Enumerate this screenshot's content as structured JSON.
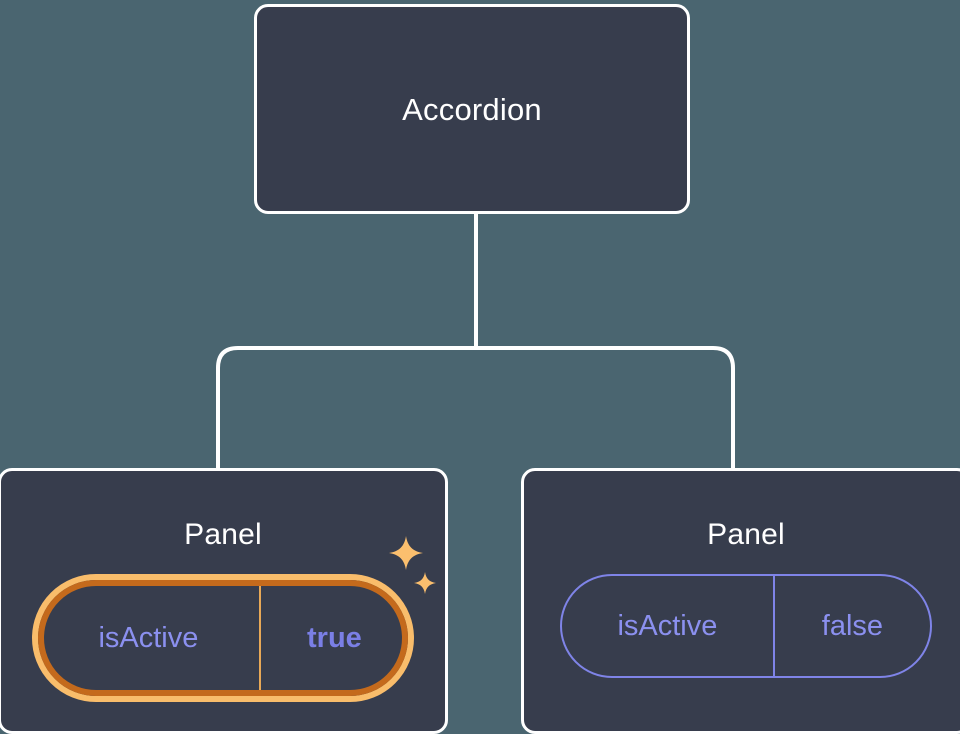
{
  "diagram": {
    "type": "component-tree",
    "background_color": "#4a6570",
    "node_fill_color": "#373d4d",
    "node_border_color": "#ffffff",
    "connector_color": "#ffffff",
    "highlight_color": "#f9bd6b",
    "highlight_outer_color": "#c46a1c",
    "prop_text_color": "#8b90ef",
    "root": {
      "title": "Accordion"
    },
    "children": [
      {
        "title": "Panel",
        "highlighted": true,
        "prop": {
          "key": "isActive",
          "value": "true"
        },
        "decoration": "sparkles"
      },
      {
        "title": "Panel",
        "highlighted": false,
        "prop": {
          "key": "isActive",
          "value": "false"
        }
      }
    ]
  }
}
